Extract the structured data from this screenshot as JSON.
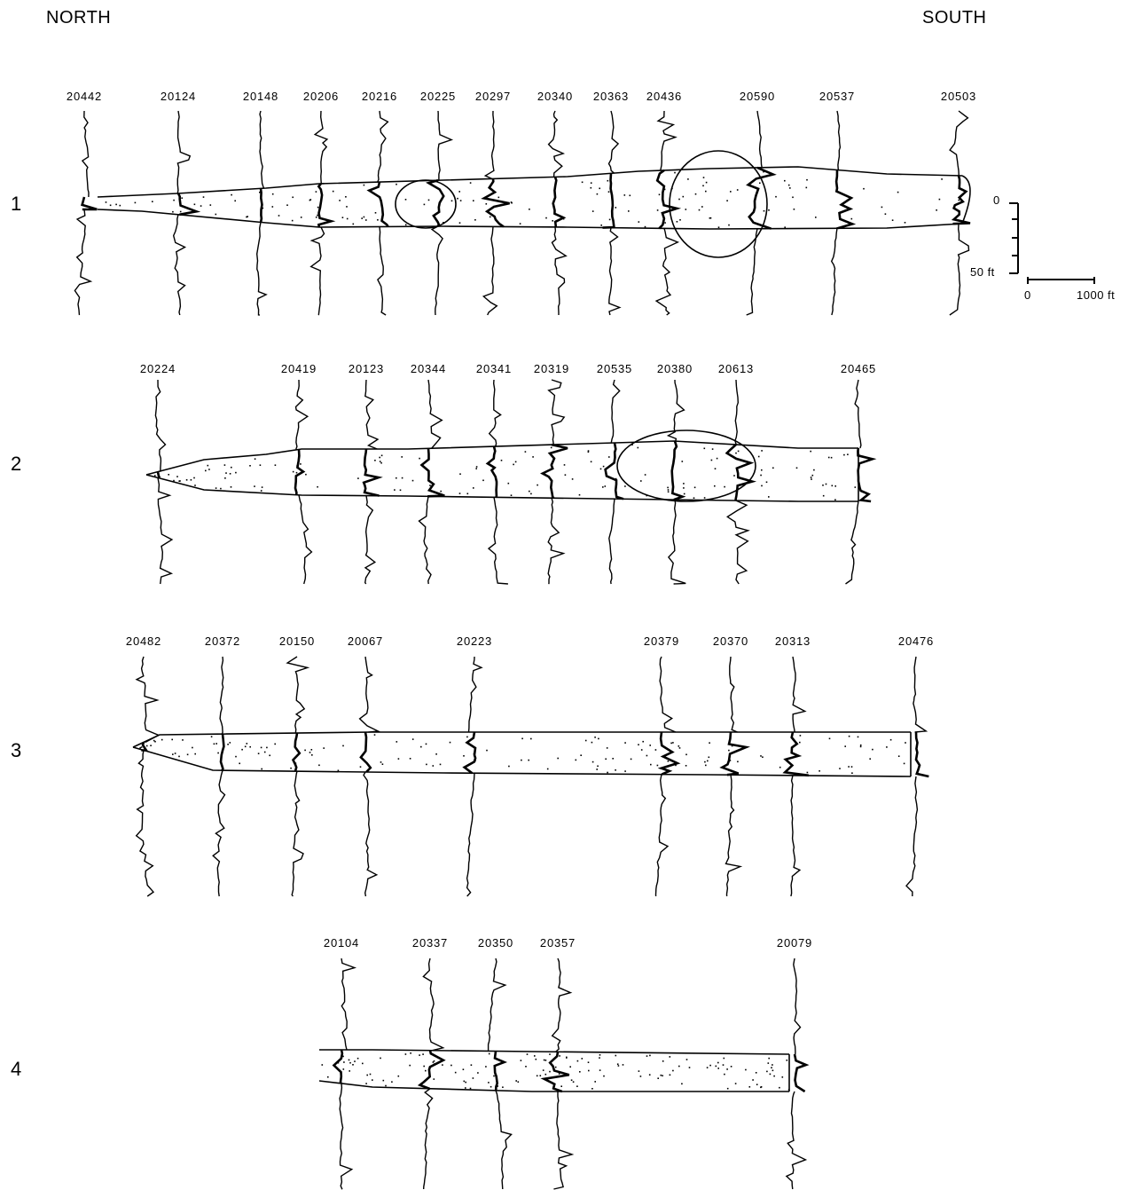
{
  "header": {
    "north": "NORTH",
    "south": "SOUTH"
  },
  "vertical_scale": {
    "top": "0",
    "bottom": "50 ft"
  },
  "horizontal_scale": {
    "left": "0",
    "right": "1000 ft"
  },
  "sections": [
    {
      "label": "1",
      "wells": [
        "20442",
        "20124",
        "20148",
        "20206",
        "20216",
        "20225",
        "20297",
        "20340",
        "20363",
        "20436",
        "20590",
        "20537",
        "20503"
      ]
    },
    {
      "label": "2",
      "wells": [
        "20224",
        "20419",
        "20123",
        "20344",
        "20341",
        "20319",
        "20535",
        "20380",
        "20613",
        "20465"
      ]
    },
    {
      "label": "3",
      "wells": [
        "20482",
        "20372",
        "20150",
        "20067",
        "20223",
        "20379",
        "20370",
        "20313",
        "20476"
      ]
    },
    {
      "label": "4",
      "wells": [
        "20104",
        "20337",
        "20350",
        "20357",
        "20079"
      ]
    }
  ]
}
